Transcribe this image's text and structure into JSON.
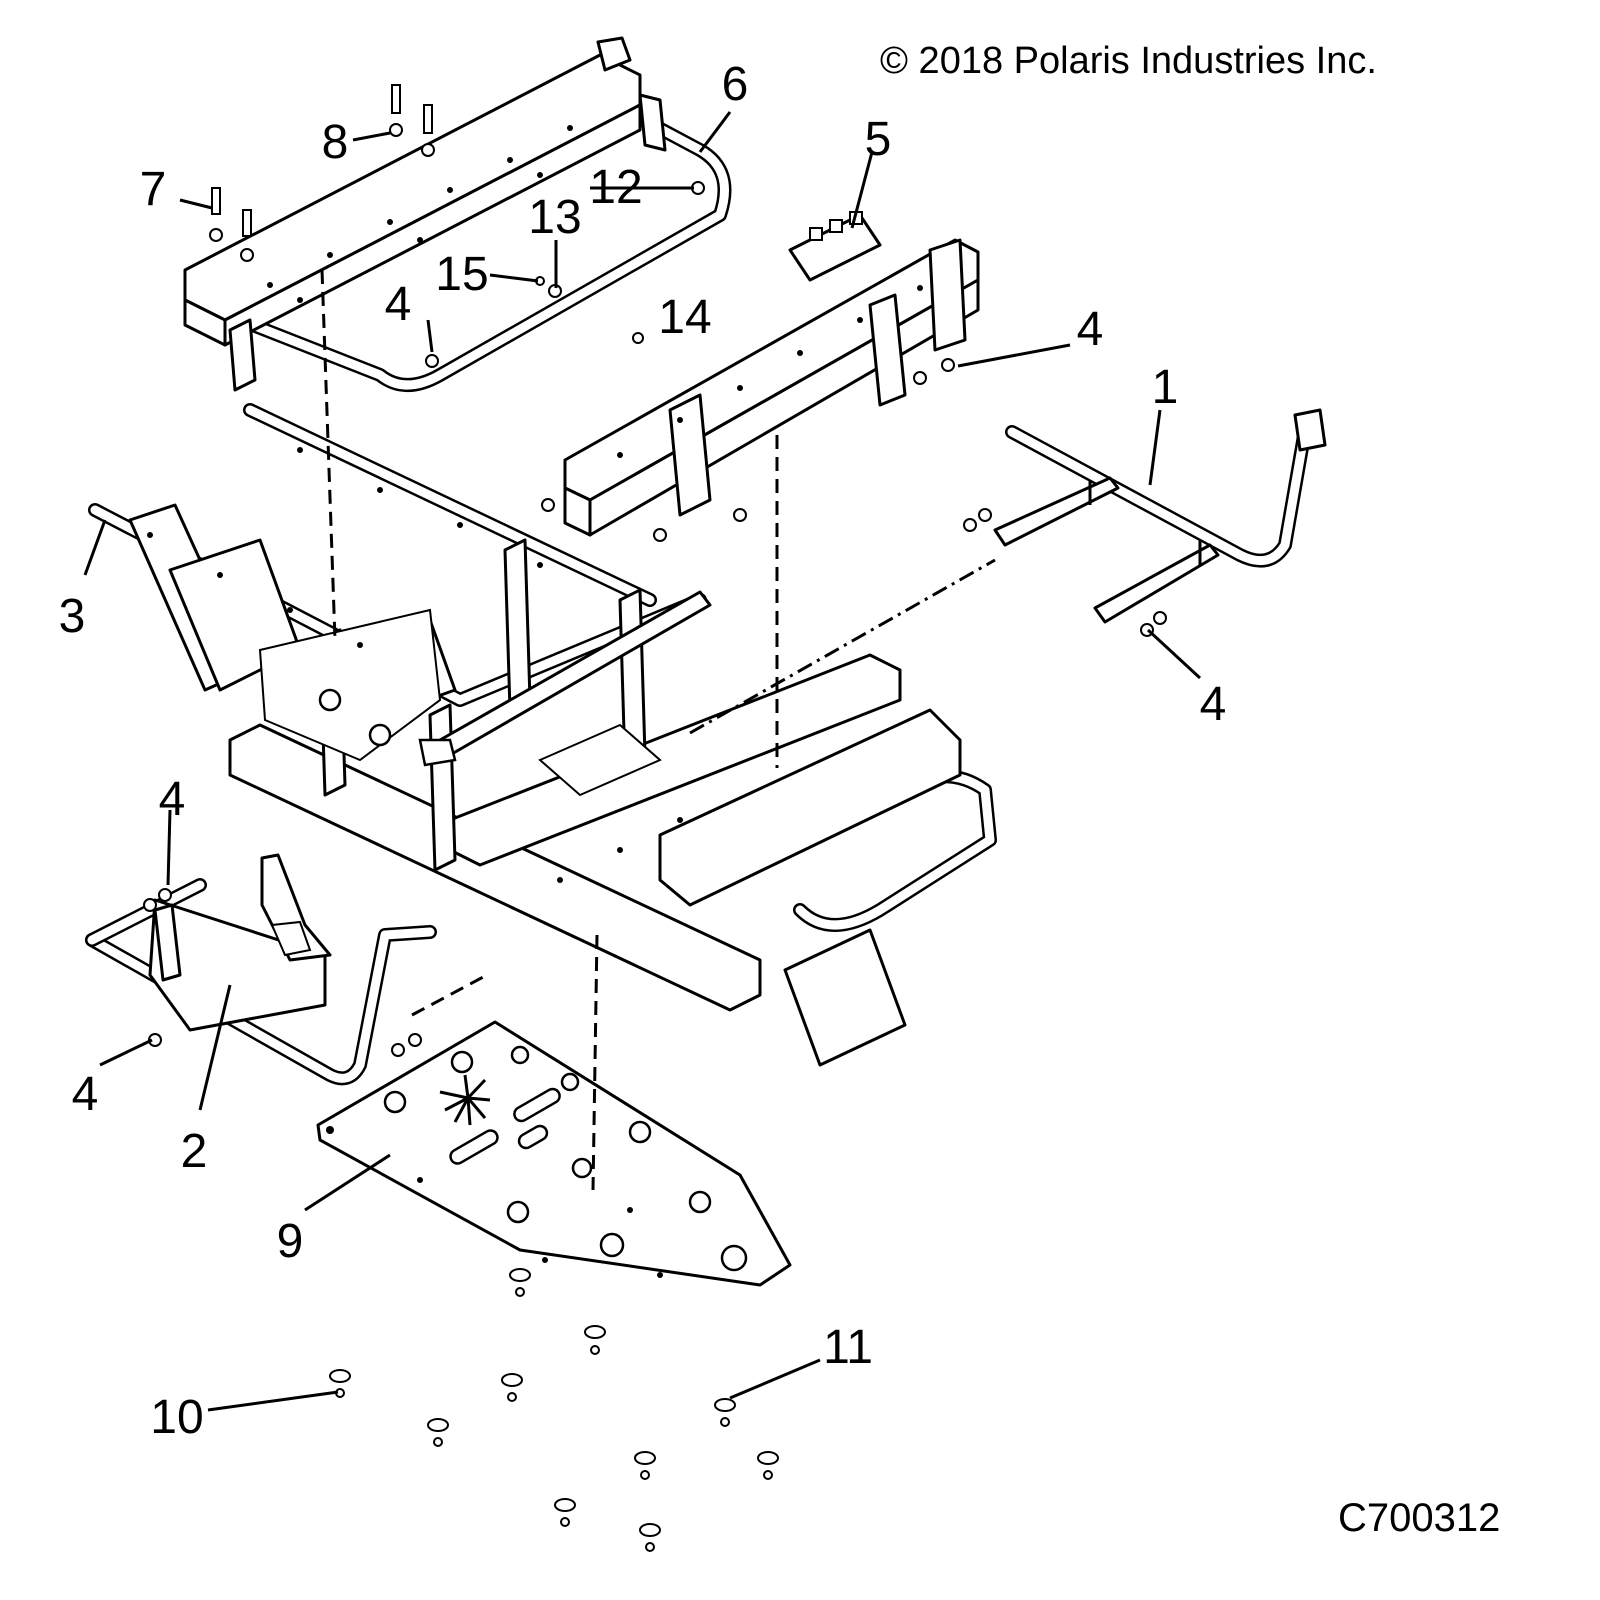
{
  "copyright": "© 2018 Polaris Industries Inc.",
  "diagram_code": "C700312",
  "callouts": [
    {
      "id": "c1",
      "label": "1"
    },
    {
      "id": "c2",
      "label": "2"
    },
    {
      "id": "c3",
      "label": "3"
    },
    {
      "id": "c4a",
      "label": "4"
    },
    {
      "id": "c4b",
      "label": "4"
    },
    {
      "id": "c4c",
      "label": "4"
    },
    {
      "id": "c4d",
      "label": "4"
    },
    {
      "id": "c4e",
      "label": "4"
    },
    {
      "id": "c5",
      "label": "5"
    },
    {
      "id": "c6",
      "label": "6"
    },
    {
      "id": "c7",
      "label": "7"
    },
    {
      "id": "c8",
      "label": "8"
    },
    {
      "id": "c9",
      "label": "9"
    },
    {
      "id": "c10",
      "label": "10"
    },
    {
      "id": "c11",
      "label": "11"
    },
    {
      "id": "c12",
      "label": "12"
    },
    {
      "id": "c13",
      "label": "13"
    },
    {
      "id": "c14",
      "label": "14"
    },
    {
      "id": "c15",
      "label": "15"
    }
  ]
}
